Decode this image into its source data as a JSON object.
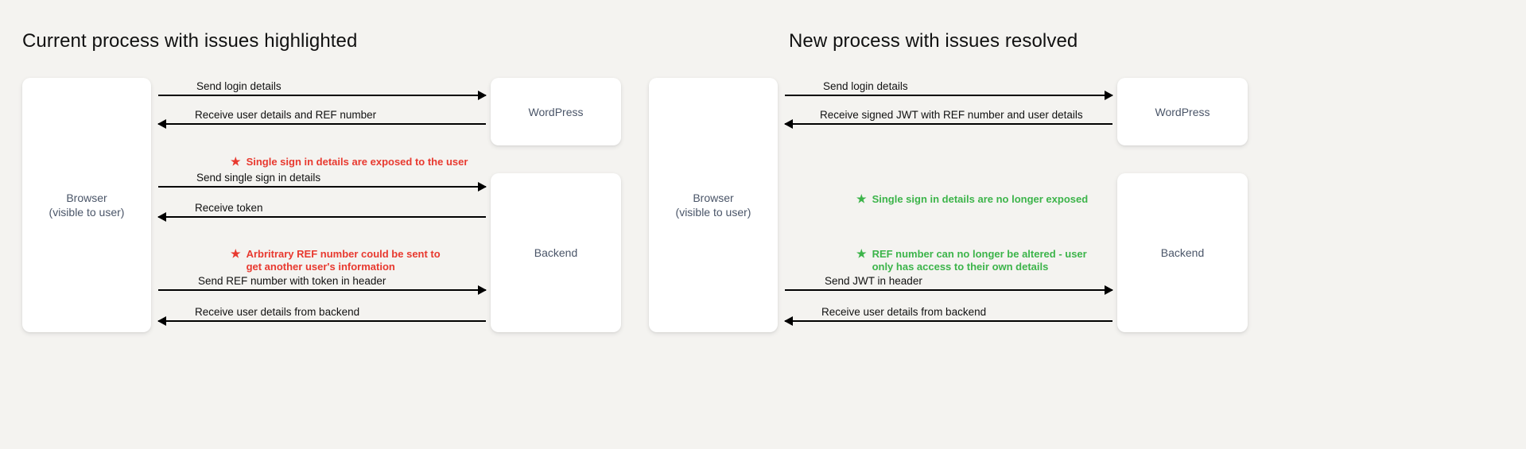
{
  "background": "#f4f3f0",
  "colors": {
    "warning": "#e8392f",
    "success": "#3cb44a",
    "node_text": "#4a5568",
    "arrow": "#000000",
    "title": "#111111"
  },
  "icons": {
    "star": "★"
  },
  "panels": [
    {
      "id": "current",
      "title": "Current process with issues highlighted",
      "nodes": {
        "browser": "Browser\n(visible to user)",
        "wordpress": "WordPress",
        "backend": "Backend"
      },
      "arrows": [
        {
          "label": "Send login details",
          "direction": "right"
        },
        {
          "label": "Receive user details and REF number",
          "direction": "left"
        },
        {
          "label": "Send single sign in details",
          "direction": "right"
        },
        {
          "label": "Receive token",
          "direction": "left"
        },
        {
          "label": "Send REF number with token in header",
          "direction": "right"
        },
        {
          "label": "Receive user details from backend",
          "direction": "left"
        }
      ],
      "annotations": [
        {
          "kind": "warn",
          "text": "Single sign in details are exposed to the user"
        },
        {
          "kind": "warn",
          "text": "Arbritrary REF number could be sent to\nget another user's information"
        }
      ]
    },
    {
      "id": "new",
      "title": "New process with issues resolved",
      "nodes": {
        "browser": "Browser\n(visible to user)",
        "wordpress": "WordPress",
        "backend": "Backend"
      },
      "arrows": [
        {
          "label": "Send login details",
          "direction": "right"
        },
        {
          "label": "Receive signed JWT with REF number and user details",
          "direction": "left"
        },
        {
          "label": "Send JWT in header",
          "direction": "right"
        },
        {
          "label": "Receive user details from backend",
          "direction": "left"
        }
      ],
      "annotations": [
        {
          "kind": "ok",
          "text": "Single sign in details are no longer exposed"
        },
        {
          "kind": "ok",
          "text": "REF number can no longer be altered - user\nonly has access to their own details"
        }
      ]
    }
  ]
}
